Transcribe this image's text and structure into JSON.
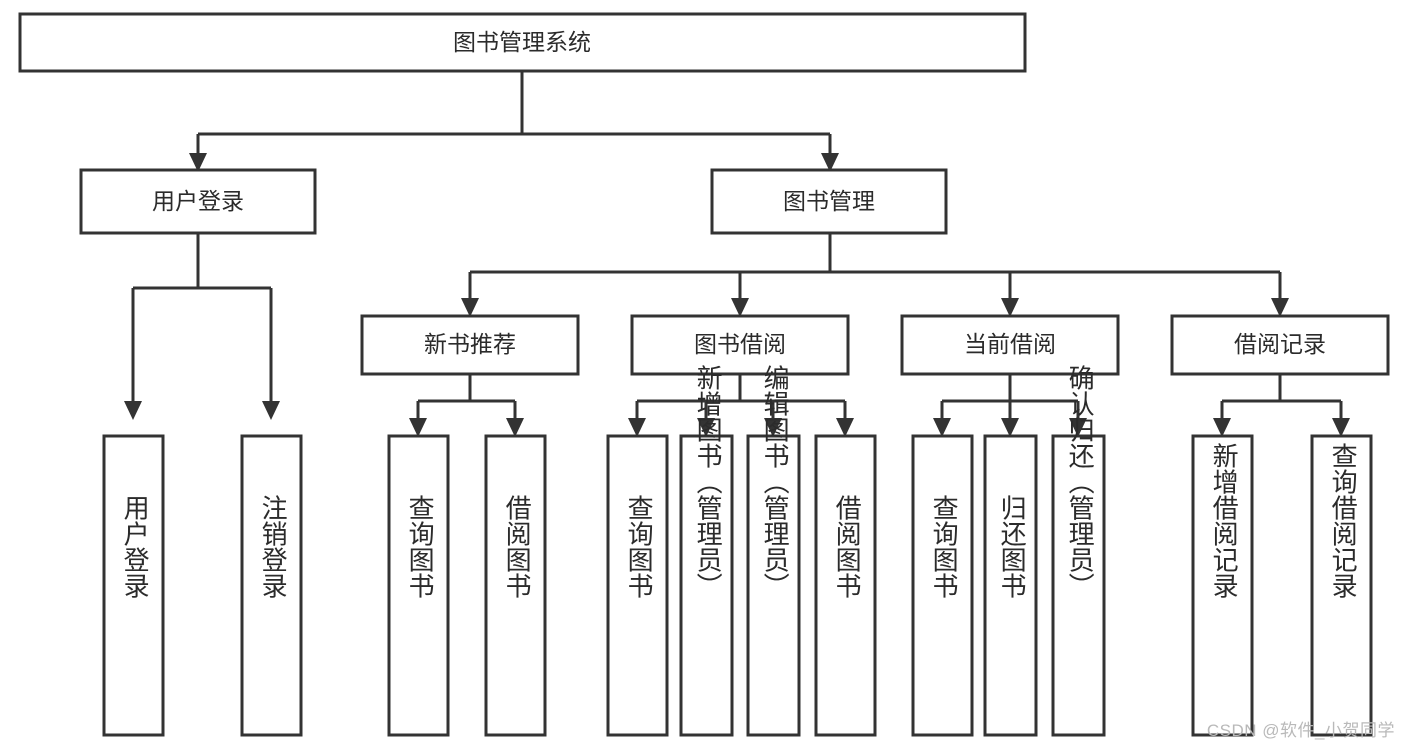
{
  "diagram": {
    "title": "图书管理系统",
    "type": "tree-hierarchy",
    "orientation": "top-down",
    "colors": {
      "box_fill": "#ffffff",
      "box_stroke": "#333333",
      "text": "#2b2b2b",
      "watermark": "#b9b9b9"
    },
    "root": {
      "label": "图书管理系统"
    },
    "level2": [
      {
        "label": "用户登录"
      },
      {
        "label": "图书管理"
      }
    ],
    "level3": [
      {
        "label": "新书推荐"
      },
      {
        "label": "图书借阅"
      },
      {
        "label": "当前借阅"
      },
      {
        "label": "借阅记录"
      }
    ],
    "leaves": {
      "user_login": [
        {
          "label": "用户登录"
        },
        {
          "label": "注销登录"
        }
      ],
      "new_book_recommend": [
        {
          "label": "查询图书"
        },
        {
          "label": "借阅图书"
        }
      ],
      "book_borrow": [
        {
          "label": "查询图书"
        },
        {
          "label": "新增图书（管理员）"
        },
        {
          "label": "编辑图书（管理员）"
        },
        {
          "label": "借阅图书"
        }
      ],
      "current_borrow": [
        {
          "label": "查询图书"
        },
        {
          "label": "归还图书"
        },
        {
          "label": "确认归还（管理员）"
        }
      ],
      "borrow_record": [
        {
          "label": "新增借阅记录"
        },
        {
          "label": "查询借阅记录"
        }
      ]
    }
  },
  "watermark": {
    "text": "CSDN @软件_小贺同学"
  }
}
